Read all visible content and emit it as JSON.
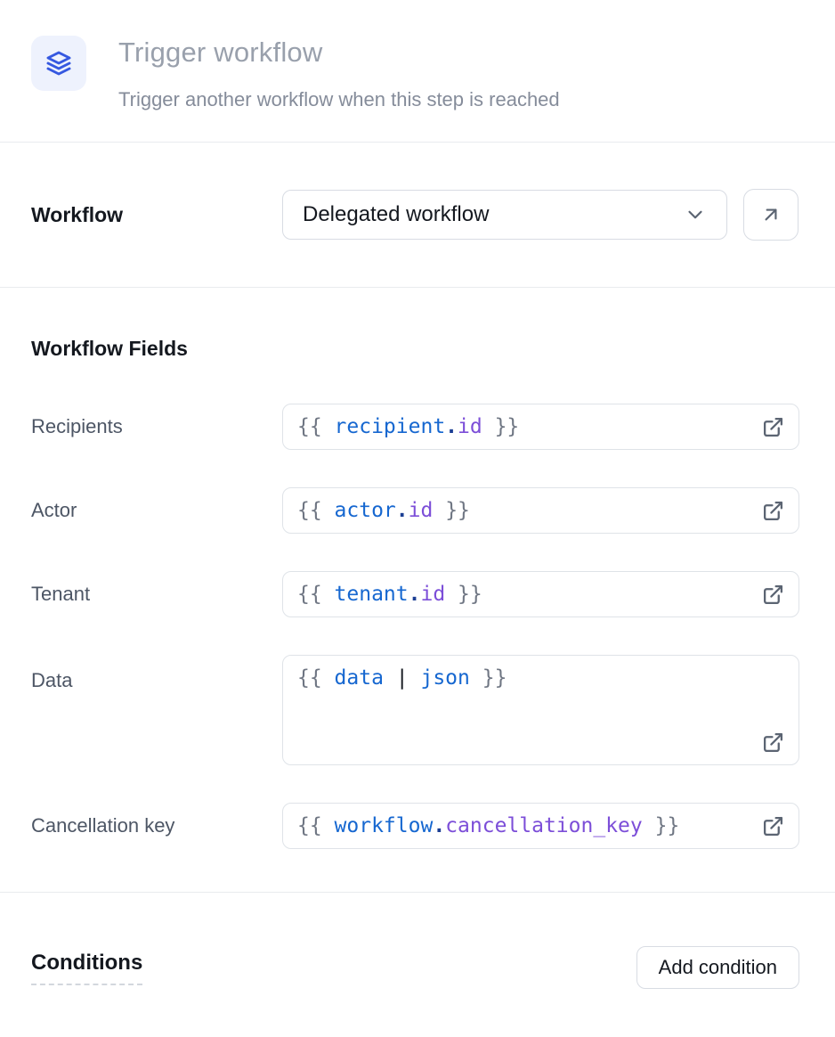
{
  "header": {
    "icon": "layers-icon",
    "title": "Trigger workflow",
    "subtitle": "Trigger another workflow when this step is reached"
  },
  "workflow_section": {
    "label": "Workflow",
    "selected_value": "Delegated workflow"
  },
  "fields_section": {
    "heading": "Workflow Fields",
    "fields": [
      {
        "label": "Recipients",
        "multiline": false,
        "value_text": "{{ recipient.id }}",
        "tokens": [
          {
            "t": "{{ ",
            "c": "brace"
          },
          {
            "t": "recipient",
            "c": "var"
          },
          {
            "t": ".",
            "c": "dot"
          },
          {
            "t": "id",
            "c": "prop"
          },
          {
            "t": " }}",
            "c": "brace"
          }
        ]
      },
      {
        "label": "Actor",
        "multiline": false,
        "value_text": "{{ actor.id }}",
        "tokens": [
          {
            "t": "{{ ",
            "c": "brace"
          },
          {
            "t": "actor",
            "c": "var"
          },
          {
            "t": ".",
            "c": "dot"
          },
          {
            "t": "id",
            "c": "prop"
          },
          {
            "t": " }}",
            "c": "brace"
          }
        ]
      },
      {
        "label": "Tenant",
        "multiline": false,
        "value_text": "{{ tenant.id }}",
        "tokens": [
          {
            "t": "{{ ",
            "c": "brace"
          },
          {
            "t": "tenant",
            "c": "var"
          },
          {
            "t": ".",
            "c": "dot"
          },
          {
            "t": "id",
            "c": "prop"
          },
          {
            "t": " }}",
            "c": "brace"
          }
        ]
      },
      {
        "label": "Data",
        "multiline": true,
        "value_text": "{{ data | json }}",
        "tokens": [
          {
            "t": "{{ ",
            "c": "brace"
          },
          {
            "t": "data",
            "c": "var"
          },
          {
            "t": " | ",
            "c": "pipe"
          },
          {
            "t": "json",
            "c": "var"
          },
          {
            "t": " }}",
            "c": "brace"
          }
        ]
      },
      {
        "label": "Cancellation key",
        "multiline": false,
        "value_text": "{{ workflow.cancellation_key }}",
        "tokens": [
          {
            "t": "{{ ",
            "c": "brace"
          },
          {
            "t": "workflow",
            "c": "var"
          },
          {
            "t": ".",
            "c": "dot"
          },
          {
            "t": "cancellation_key",
            "c": "prop"
          },
          {
            "t": " }}",
            "c": "brace"
          }
        ]
      }
    ]
  },
  "conditions_section": {
    "heading": "Conditions",
    "add_button_label": "Add condition"
  },
  "colors": {
    "accent_blue": "#3558e0",
    "icon_tile_bg": "#eef2fd",
    "code_keyword": "#1667d0",
    "code_property": "#7c4ed8",
    "code_brace": "#6f7683",
    "border": "#d8dce3",
    "divider": "#e9ebee",
    "muted_text": "#99a0ac"
  }
}
